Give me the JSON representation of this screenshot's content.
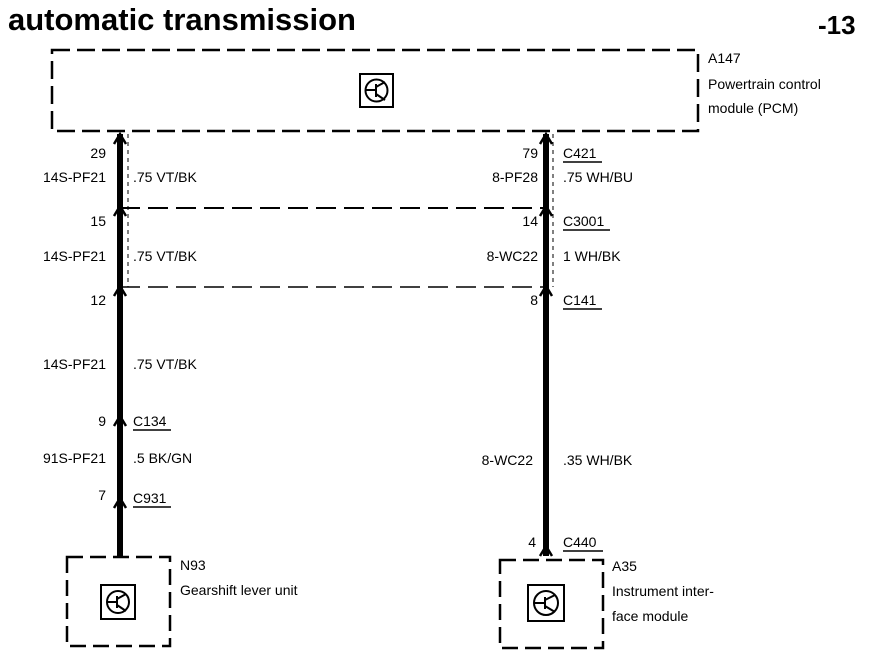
{
  "title": "automatic transmission",
  "page_number": "-13",
  "components": {
    "pcm": {
      "id": "A147",
      "name_line1": "Powertrain control",
      "name_line2": "module (PCM)"
    },
    "gearshift": {
      "id": "N93",
      "name": "Gearshift lever unit"
    },
    "instrument": {
      "id": "A35",
      "name_line1": "Instrument inter-",
      "name_line2": "face module"
    }
  },
  "left_wire": {
    "pin_pcm": "29",
    "circuit_1": "14S-PF21",
    "color_1": ".75 VT/BK",
    "pin_c3001": "15",
    "circuit_2": "14S-PF21",
    "color_2": ".75 VT/BK",
    "pin_c141": "12",
    "circuit_3": "14S-PF21",
    "color_3": ".75 VT/BK",
    "pin_c134": "9",
    "connector_c134": "C134",
    "circuit_4": "91S-PF21",
    "color_4": ".5 BK/GN",
    "pin_c931": "7",
    "connector_c931": "C931"
  },
  "right_wire": {
    "pin_pcm": "79",
    "connector_c421": "C421",
    "circuit_1": "8-PF28",
    "color_1": ".75 WH/BU",
    "pin_c3001": "14",
    "connector_c3001": "C3001",
    "circuit_2": "8-WC22",
    "color_2": "1 WH/BK",
    "pin_c141": "8",
    "connector_c141": "C141",
    "circuit_3": "8-WC22",
    "color_3": ".35 WH/BK",
    "pin_c440": "4",
    "connector_c440": "C440"
  },
  "colors": {
    "ink": "#000000",
    "background": "#ffffff"
  }
}
